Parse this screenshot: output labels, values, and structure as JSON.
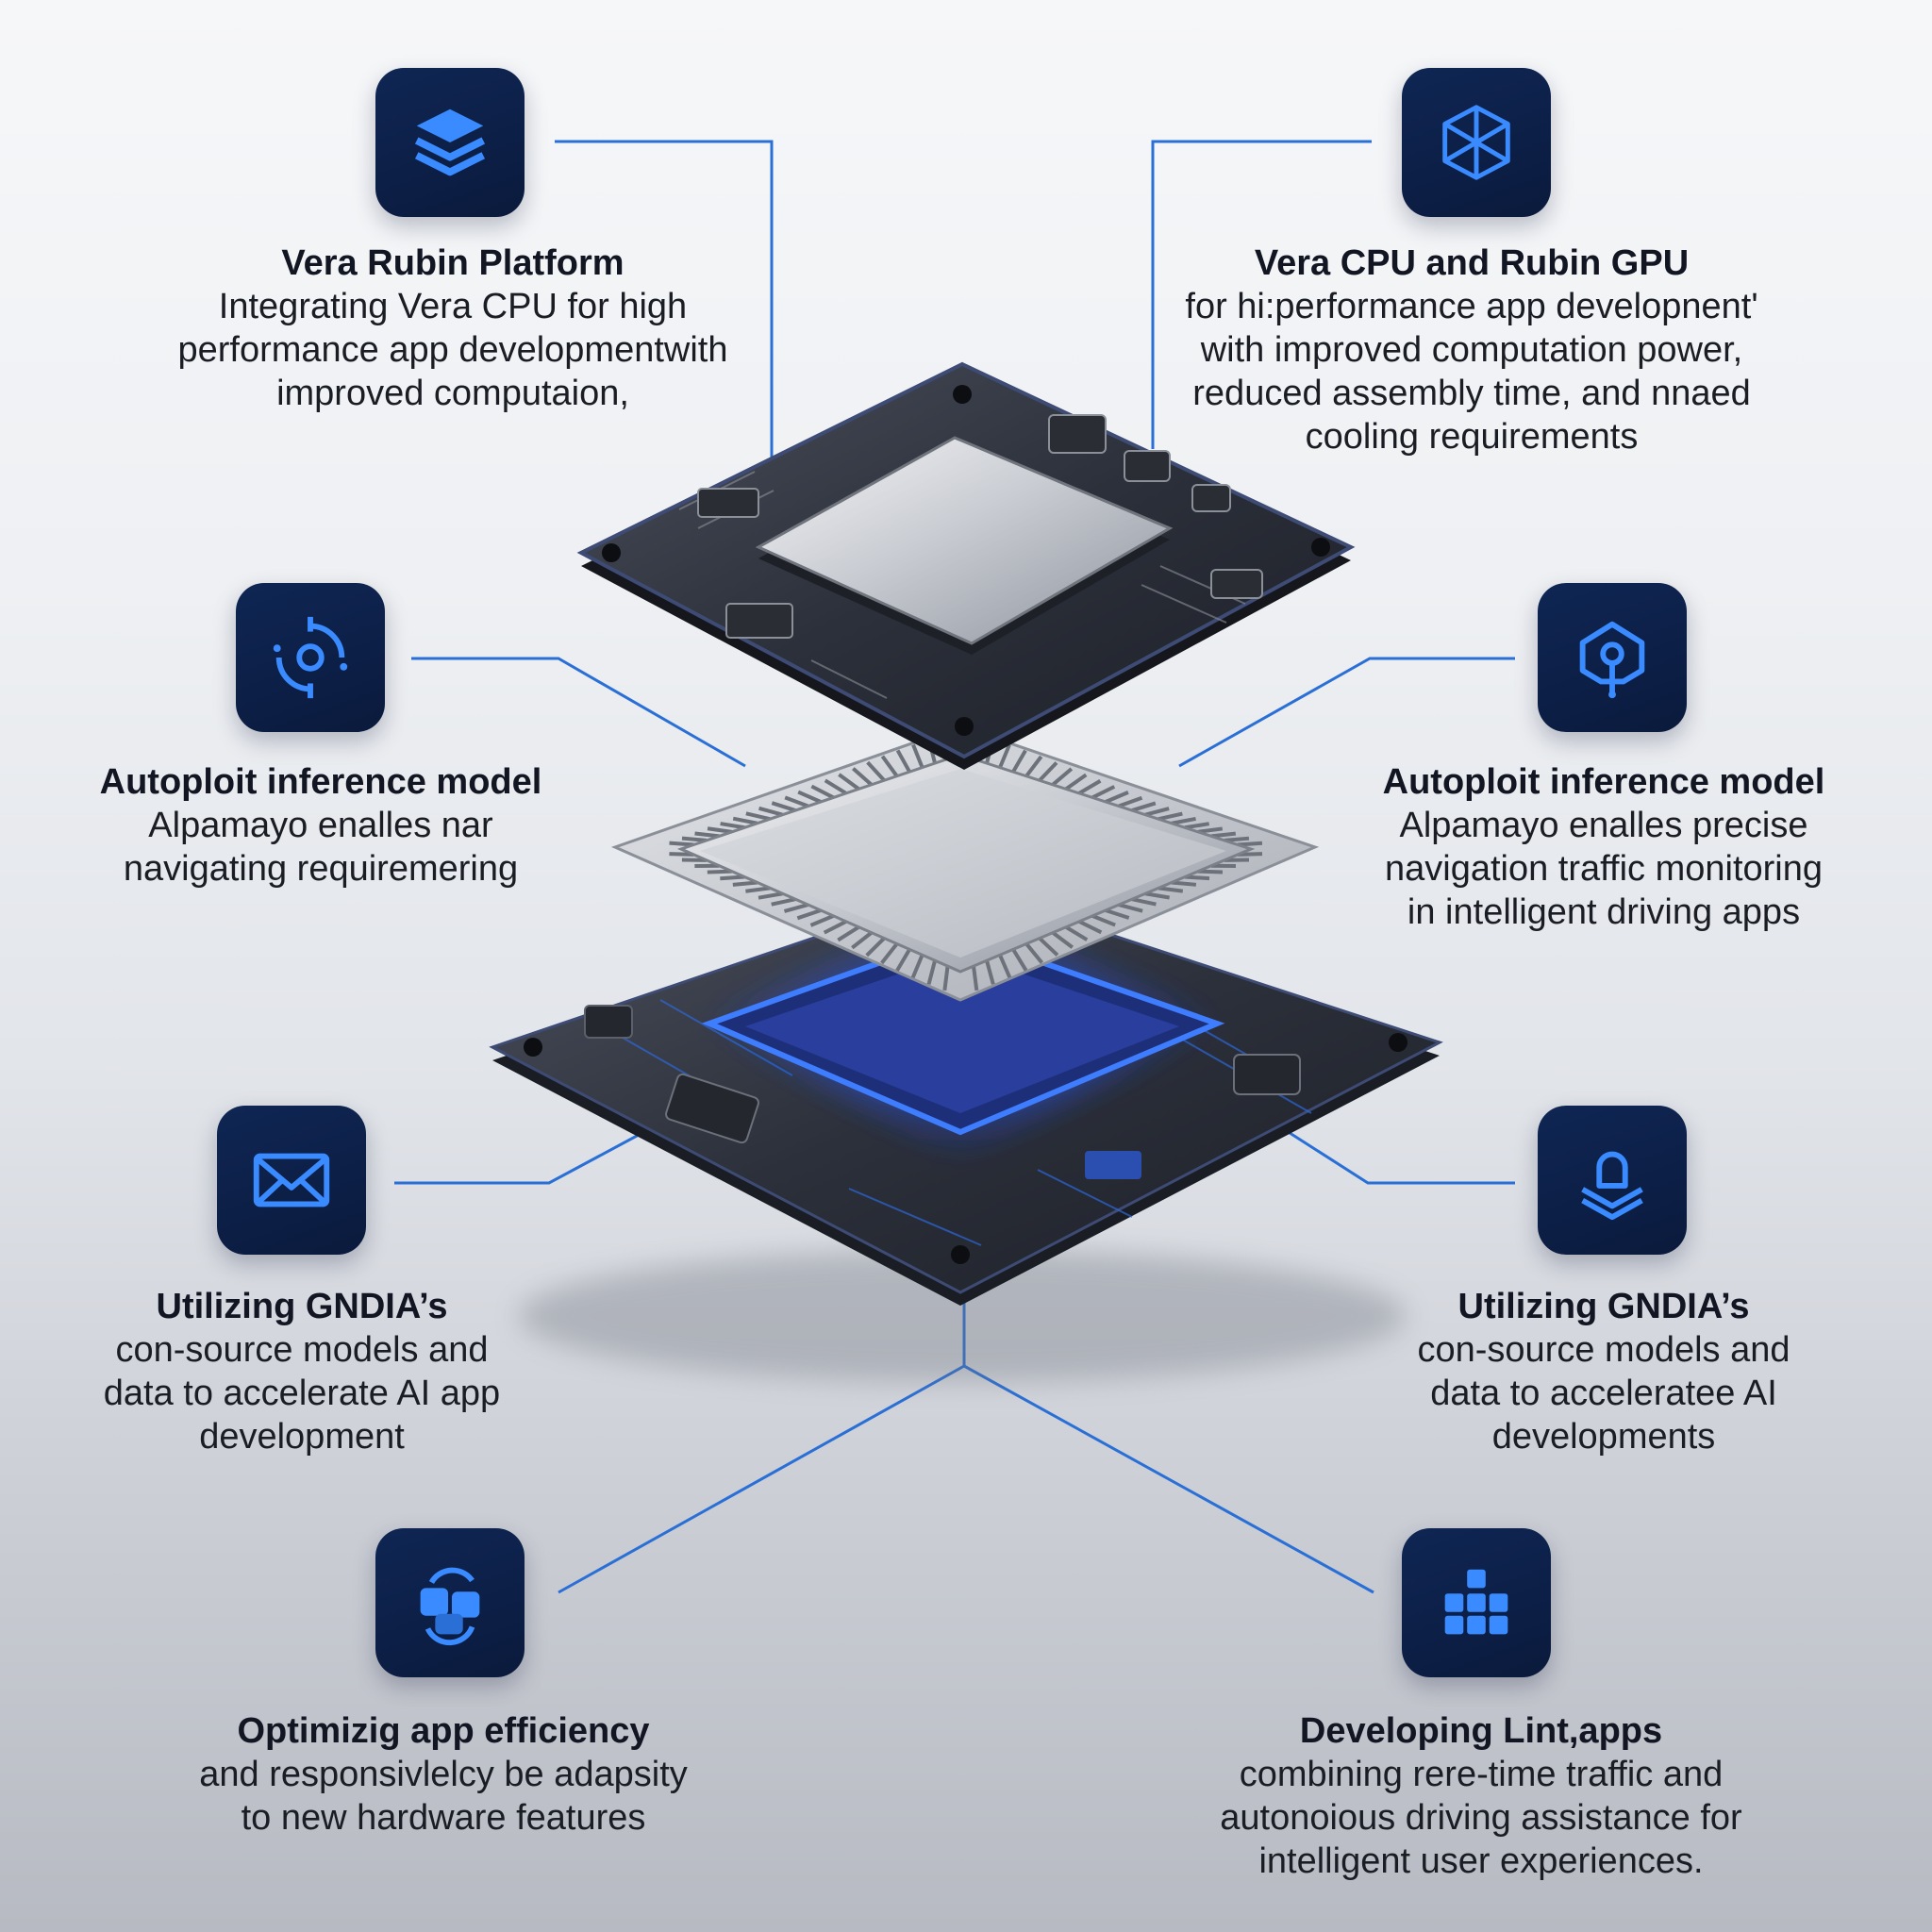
{
  "colors": {
    "accent": "#2f7fe8",
    "tile": "#0d2048",
    "connector": "#2a6fd6"
  },
  "features": [
    {
      "id": "top-left",
      "icon": "layers-icon",
      "title": "Vera Rubin Platform",
      "lines": [
        "Integrating Vera CPU for high",
        "performance app developmentwith",
        "improved computaion,"
      ]
    },
    {
      "id": "top-right",
      "icon": "cube-icon",
      "title": "Vera CPU and Rubin GPU",
      "lines": [
        "for hi:performance app developnent'",
        "with improved computation power,",
        "reduced assembly time, and nnaed",
        "cooling requirements"
      ]
    },
    {
      "id": "mid-left",
      "icon": "target-icon",
      "title": "Autoploit inference model",
      "lines": [
        "Alpamayo enalles nar",
        "navigating requiremering"
      ]
    },
    {
      "id": "mid-right",
      "icon": "location-house-icon",
      "title": "Autoploit inference model",
      "lines": [
        "Alpamayo enalles precise",
        "navigation traffic monitoring",
        "in intelligent driving apps"
      ]
    },
    {
      "id": "lower-left",
      "icon": "mail-icon",
      "title": "Utilizing GNDIA’s",
      "lines": [
        "con-source models and",
        "data to accelerate AI app",
        "development"
      ]
    },
    {
      "id": "lower-right",
      "icon": "stacked-user-icon",
      "title": "Utilizing GNDIA’s",
      "lines": [
        "con-source models and",
        "data to acceleratee AI",
        "developments"
      ]
    },
    {
      "id": "bottom-left",
      "icon": "sync-blocks-icon",
      "title": "Optimizig app efficiency",
      "lines": [
        "and responsivlelcy be adapsity",
        "to new hardware features"
      ]
    },
    {
      "id": "bottom-right",
      "icon": "grid-apps-icon",
      "title": "Developing Lint,apps",
      "lines": [
        "combining rere-time traffic and",
        "autonoious driving assistance for",
        "intelligent user experiences."
      ]
    }
  ]
}
